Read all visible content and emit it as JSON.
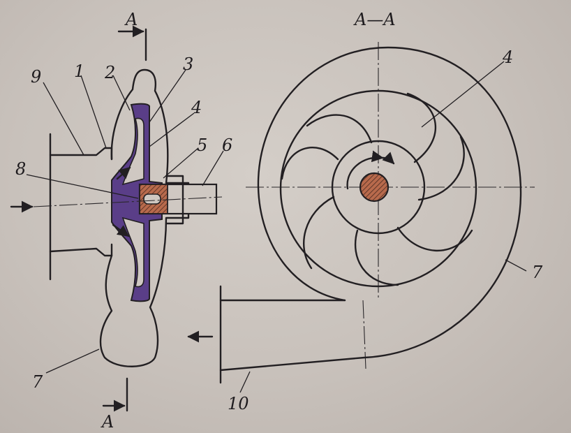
{
  "section_title": "A—A",
  "cut_label_top": "A",
  "cut_label_bottom": "A",
  "labels": {
    "n1": "1",
    "n2": "2",
    "n3": "3",
    "n4": "4",
    "n5": "5",
    "n6": "6",
    "n7": "7",
    "n8": "8",
    "n9": "9",
    "n10": "10",
    "n4_right": "4",
    "n7_right": "7"
  },
  "colors": {
    "paper": "#cfc8c2",
    "ink": "#221f22",
    "impeller_fill": "#5a3e88"
  }
}
